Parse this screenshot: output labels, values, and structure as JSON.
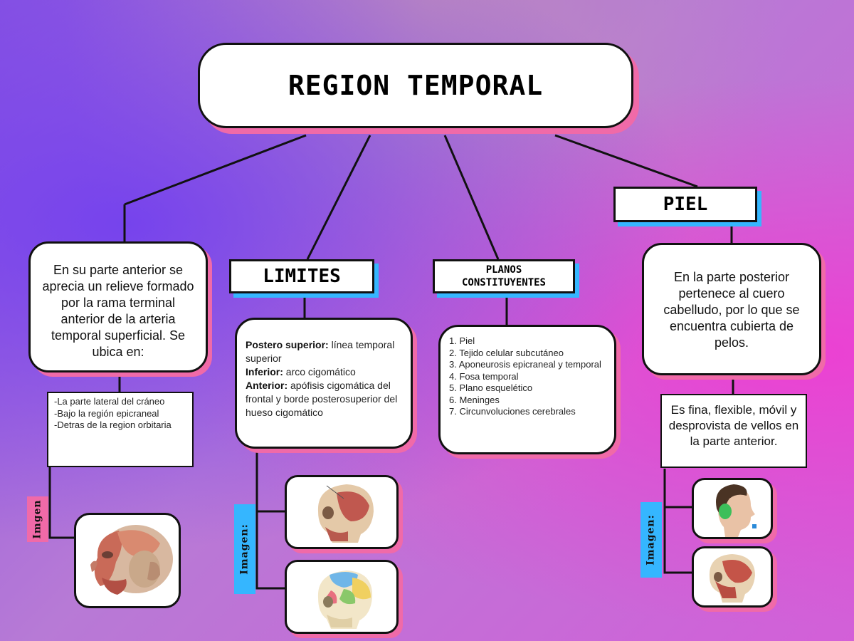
{
  "title": "REGION TEMPORAL",
  "branches": {
    "left": {
      "description": "En su parte anterior se aprecia un relieve formado por la rama terminal anterior de la arteria temporal superficial. Se ubica en:",
      "locations": [
        "-La parte lateral del cráneo",
        "-Bajo la región epicraneal",
        "-Detras de la region orbitaria"
      ],
      "image_label": "Imgen"
    },
    "limites": {
      "heading": "LIMITES",
      "items": [
        {
          "label": "Postero superior:",
          "text": " línea temporal superior"
        },
        {
          "label": "Inferior:",
          "text": " arco cigomático"
        },
        {
          "label": "Anterior:",
          "text": " apófisis cigomática del frontal y borde posterosuperior del hueso cigomático"
        }
      ],
      "image_label": "Imagen:"
    },
    "planos": {
      "heading": "PLANOS CONSTITUYENTES",
      "items": [
        "1. Piel",
        "2. Tejido celular subcutáneo",
        "3. Aponeurosis epicraneal y temporal",
        "4. Fosa temporal",
        "5. Plano esquelético",
        "6. Meninges",
        "7. Circunvoluciones cerebrales"
      ]
    },
    "piel": {
      "heading": "PIEL",
      "description": "En la parte posterior pertenece al cuero cabelludo, por lo que se encuentra cubierta de pelos.",
      "detail": "Es fina, flexible, móvil y desprovista de vellos en la parte anterior.",
      "image_label": "Imagen:"
    }
  },
  "colors": {
    "shadow_pink": "#f06aa8",
    "shadow_blue": "#35b6ff",
    "label_pink": "#f06aa8",
    "label_blue": "#35b6ff"
  }
}
